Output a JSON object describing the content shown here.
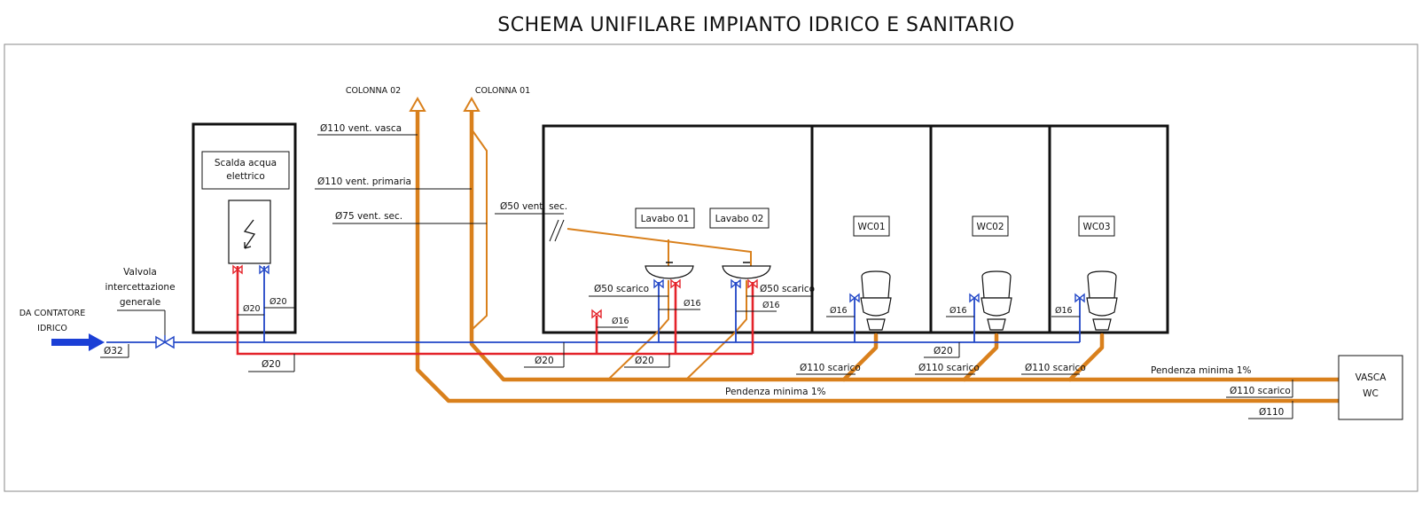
{
  "title": "SCHEMA UNIFILARE IMPIANTO IDRICO E SANITARIO",
  "colors": {
    "cold_water": "#2146c7",
    "hot_water": "#e4232a",
    "drain": "#d9801c",
    "inlet_arrow": "#1b3fd6"
  },
  "columns": {
    "colonna_02": "COLONNA 02",
    "colonna_01": "COLONNA 01"
  },
  "heater": {
    "label_line1": "Scalda acqua",
    "label_line2": "elettrico",
    "icon": "lightning-icon"
  },
  "inlet": {
    "label_line1": "DA CONTATORE",
    "label_line2": "IDRICO",
    "diameter": "Ø32"
  },
  "valve": {
    "label_line1": "Valvola",
    "label_line2": "intercettazione",
    "label_line3": "generale"
  },
  "rooms": {
    "lavabo_01": "Lavabo 01",
    "lavabo_02": "Lavabo 02",
    "wc01": "WC01",
    "wc02": "WC02",
    "wc03": "WC03"
  },
  "vasca": {
    "line1": "VASCA",
    "line2": "WC"
  },
  "labels": {
    "vent_vasca": "Ø110 vent. vasca",
    "vent_primaria": "Ø110 vent. primaria",
    "vent_sec_75": "Ø75 vent. sec.",
    "vent_sec_50": "Ø50 vent. sec.",
    "heater_hot_20": "Ø20",
    "heater_cold_20": "Ø20",
    "hot_main_20": "Ø20",
    "cold_20_a": "Ø20",
    "cold_20_b": "Ø20",
    "cold_20_wc": "Ø20",
    "d16_hot": "Ø16",
    "d16_lav1": "Ø16",
    "d16_lav2": "Ø16",
    "d16_wc1": "Ø16",
    "d16_wc2": "Ø16",
    "d16_wc3": "Ø16",
    "scarico_50_a": "Ø50 scarico",
    "scarico_50_b": "Ø50 scarico",
    "scarico_110_a": "Ø110 scarico",
    "scarico_110_b": "Ø110 scarico",
    "scarico_110_c": "Ø110 scarico",
    "scarico_110_vasca": "Ø110 scarico",
    "d110_vasca": "Ø110",
    "pendenza_1": "Pendenza minima 1%",
    "pendenza_2": "Pendenza minima 1%"
  }
}
